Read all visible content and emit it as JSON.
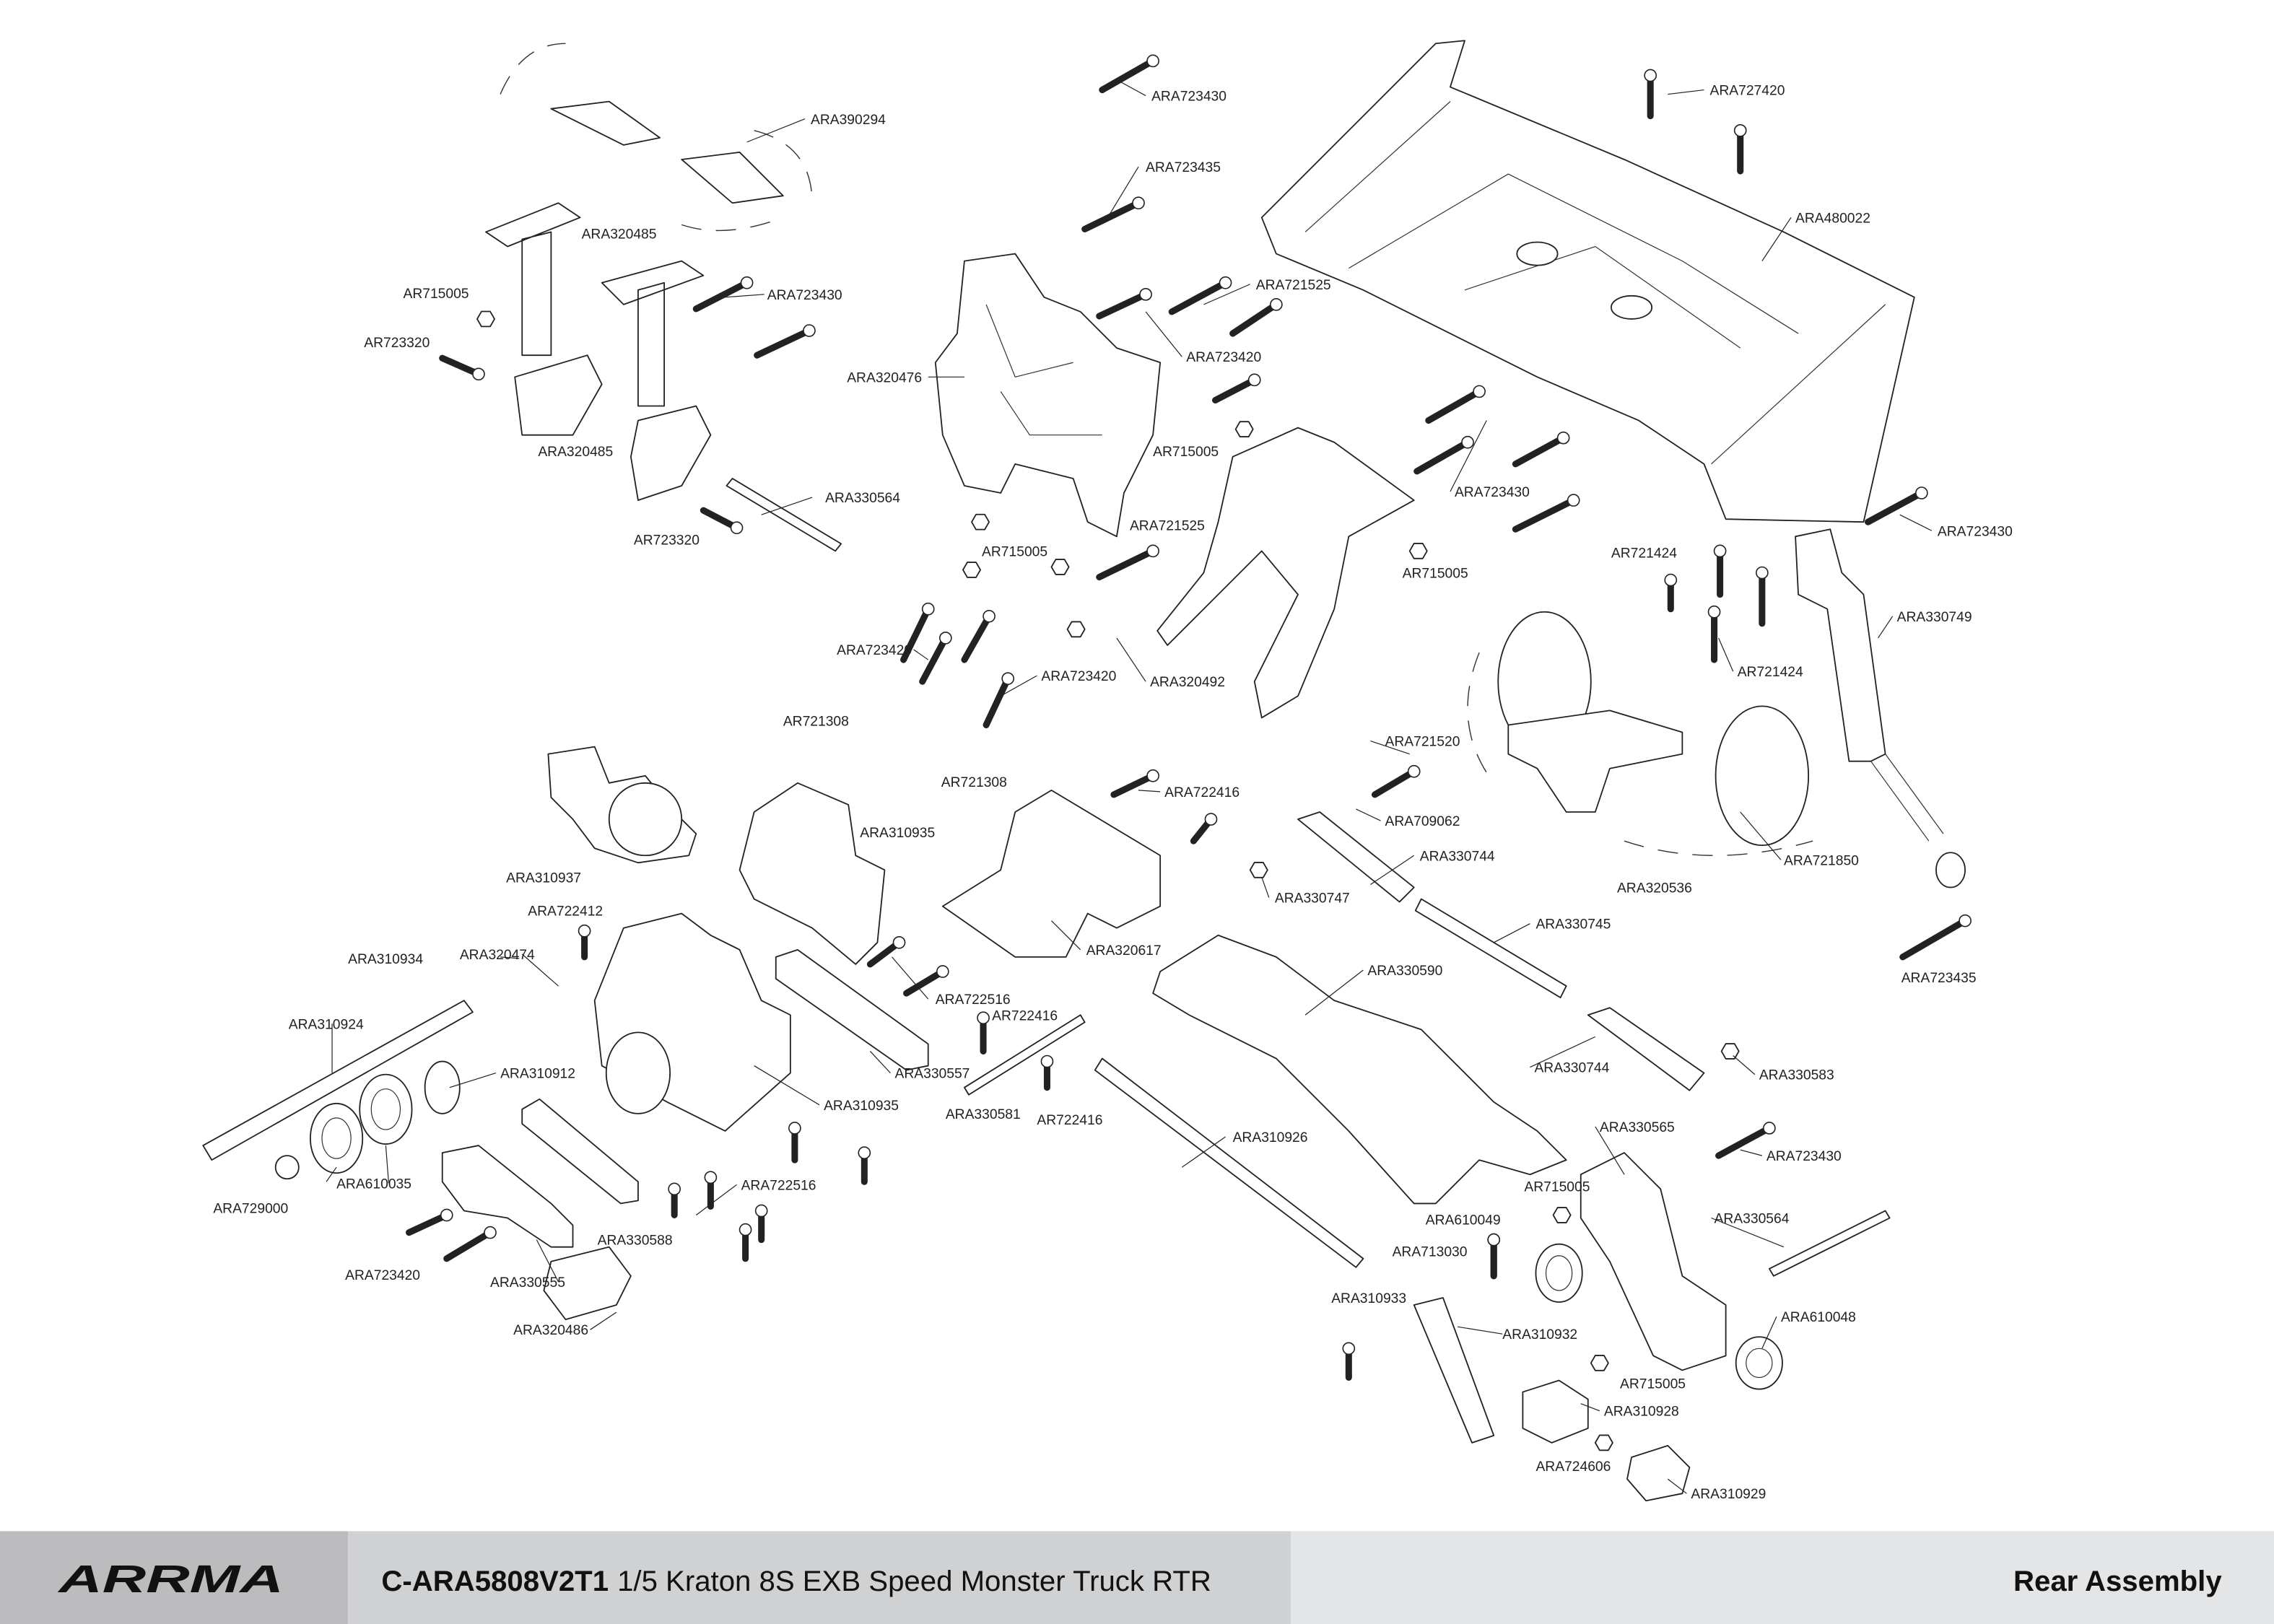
{
  "footer": {
    "brand": "ARRMA",
    "product_code": "C-ARA5808V2T1",
    "product_name": "1/5 Kraton 8S EXB Speed Monster Truck RTR",
    "section": "Rear Assembly"
  },
  "colors": {
    "footer_logo_bg": "#bcbcbe",
    "footer_mid_bg": "#d0d1d3",
    "footer_right_bg": "#e4e5e7",
    "line": "#222222"
  },
  "labels": [
    "ARA390294",
    "ARA320485",
    "AR715005",
    "ARA723430",
    "AR723320",
    "ARA320485",
    "ARA330564",
    "AR723320",
    "ARA723430",
    "ARA723435",
    "ARA721525",
    "ARA723420",
    "ARA320476",
    "AR715005",
    "ARA721525",
    "AR715005",
    "ARA727420",
    "ARA480022",
    "ARA723430",
    "AR715005",
    "ARA723430",
    "AR721424",
    "ARA330749",
    "AR721424",
    "ARA723420",
    "ARA723420",
    "ARA320492",
    "AR721308",
    "AR721308",
    "ARA721520",
    "ARA722416",
    "ARA709062",
    "ARA310935",
    "ARA310937",
    "ARA330744",
    "ARA330747",
    "ARA320536",
    "ARA721850",
    "ARA320617",
    "ARA722412",
    "ARA310934",
    "ARA320474",
    "ARA330745",
    "ARA723435",
    "ARA330590",
    "ARA722516",
    "ARA310924",
    "AR722416",
    "ARA310912",
    "ARA330557",
    "ARA330744",
    "ARA330583",
    "ARA310935",
    "ARA330581",
    "AR722416",
    "ARA310926",
    "ARA330565",
    "ARA723430",
    "ARA729000",
    "ARA610035",
    "ARA722516",
    "AR715005",
    "ARA330564",
    "ARA610049",
    "ARA723420",
    "ARA330588",
    "ARA330555",
    "ARA713030",
    "ARA320486",
    "ARA310933",
    "ARA310932",
    "ARA610048",
    "AR715005",
    "ARA310928",
    "ARA724606",
    "ARA310929"
  ]
}
